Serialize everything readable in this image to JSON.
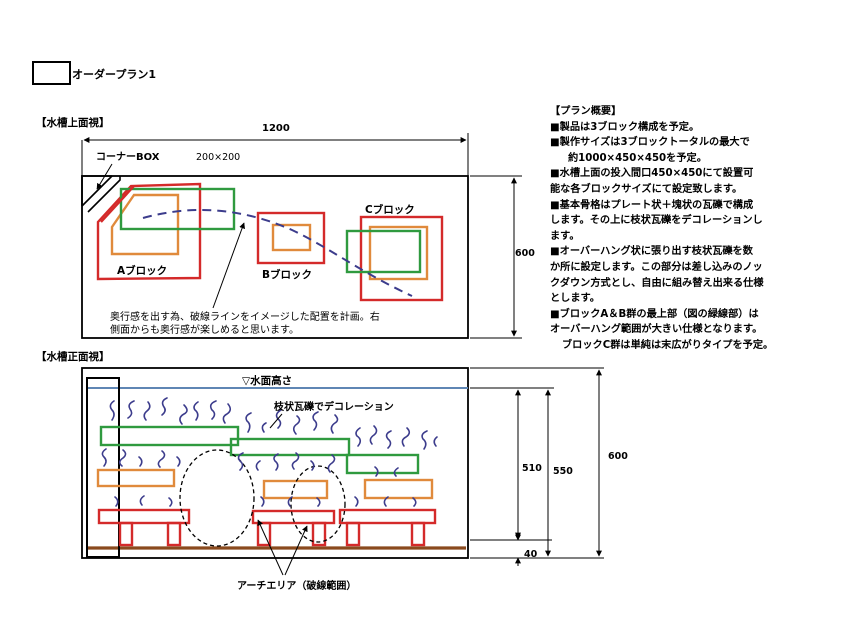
{
  "header": {
    "plan_title": "オーダープラン1"
  },
  "top_view": {
    "section_label": "【水槽上面視】",
    "width_dimension": "1200",
    "depth_dimension": "600",
    "corner_box_label": "コーナーBOX",
    "corner_box_size": "200×200",
    "block_a_label": "Aブロック",
    "block_b_label": "Bブロック",
    "block_c_label": "Cブロック",
    "caption_line1": "奥行感を出す為、破線ラインをイメージした配置を計画。右",
    "caption_line2": "側面からも奥行感が楽しめると思います。"
  },
  "front_view": {
    "section_label": "【水槽正面視】",
    "water_level_label": "▽水面高さ",
    "decoration_label": "枝状瓦礫でデコレーション",
    "arch_area_label": "アーチエリア（破線範囲）",
    "dim_510": "510",
    "dim_550": "550",
    "dim_600": "600",
    "dim_40": "40"
  },
  "plan_overview": {
    "heading": "【プラン概要】",
    "lines": [
      "■製品は3ブロック構成を予定。",
      "■製作サイズは3ブロックトータルの最大で",
      "約1000×450×450を予定。",
      "■水槽上面の投入間口450×450にて設置可",
      "能な各ブロックサイズにて設定致します。",
      "■基本骨格はプレート状＋塊状の瓦礫で構成",
      "します。その上に枝状瓦礫をデコレーションし",
      "ます。",
      "■オーバーハング状に張り出す枝状瓦礫を数",
      "か所に設定します。この部分は差し込みのノッ",
      "クダウン方式とし、自由に組み替え出来る仕様",
      "とします。",
      "■ブロックA＆B群の最上部（図の緑線部）は",
      "オーバーハング範囲が大きい仕様となります。",
      "ブロックC群は単純は末広がりタイプを予定。"
    ]
  },
  "colors": {
    "red": "#d42a2a",
    "green": "#2f9a3f",
    "orange": "#e08a3c",
    "navy": "#3c3c8c",
    "water": "#5f86b4",
    "floor": "#8a4a1e"
  }
}
